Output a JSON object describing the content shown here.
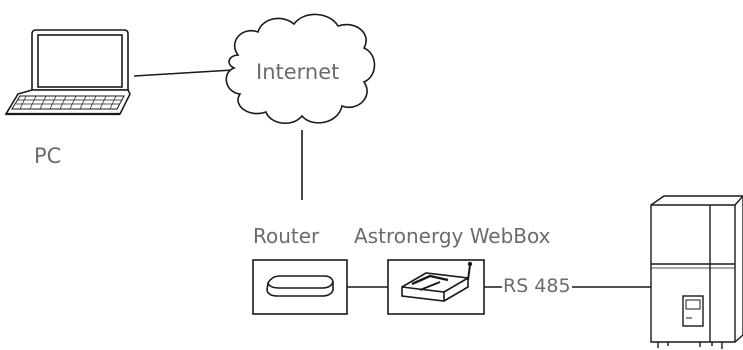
{
  "nodes": {
    "pc": {
      "label": "PC",
      "icon": "laptop-icon"
    },
    "internet": {
      "label": "Internet",
      "icon": "cloud-icon"
    },
    "router": {
      "label": "Router",
      "icon": "router-icon"
    },
    "webbox": {
      "label": "Astronergy WebBox",
      "icon": "webbox-icon"
    },
    "inverter": {
      "icon": "inverter-icon"
    }
  },
  "connections": {
    "webbox_inverter": {
      "label": "RS 485"
    }
  },
  "colors": {
    "stroke": "#1a1a1a",
    "label": "#6b6b6b",
    "background": "#ffffff"
  }
}
